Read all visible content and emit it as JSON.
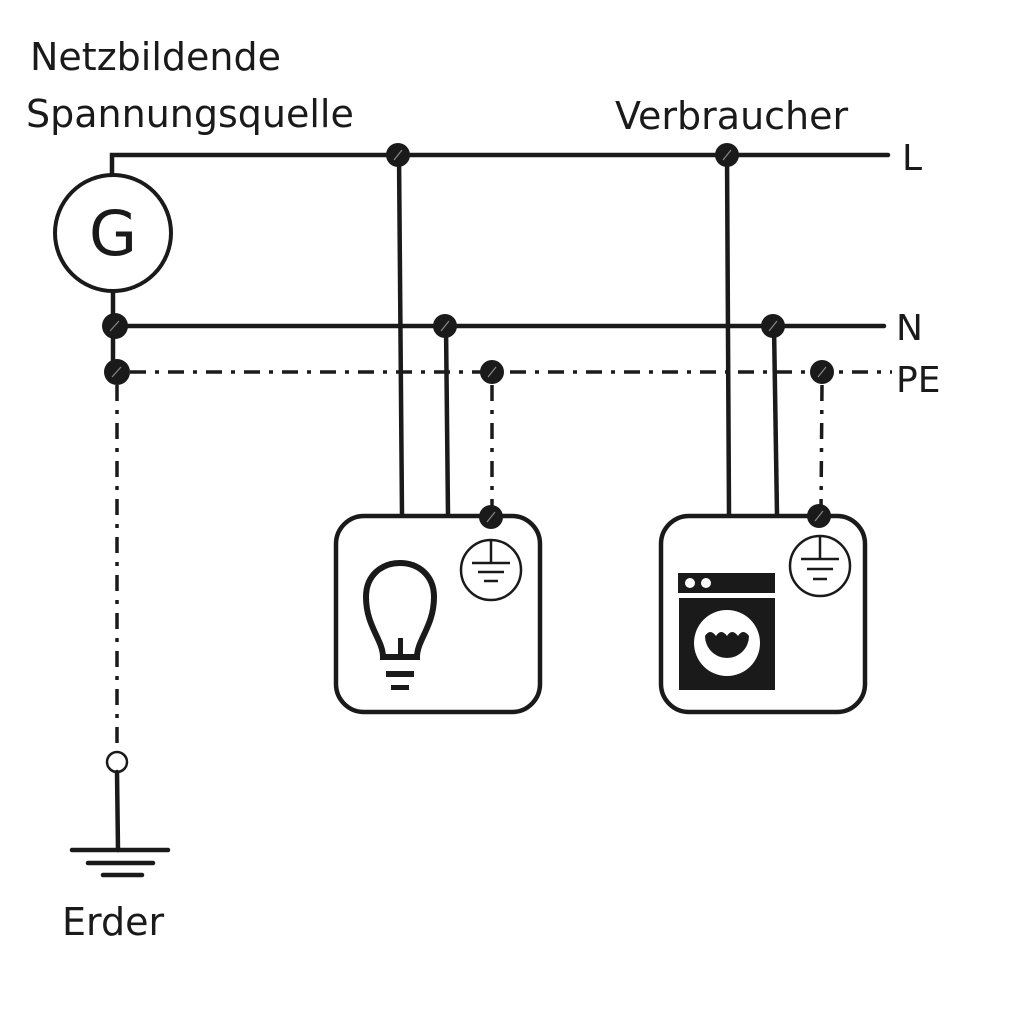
{
  "labels": {
    "source_line1": "Netzbildende",
    "source_line2": "Spannungsquelle",
    "consumers": "Verbraucher",
    "line_L": "L",
    "line_N": "N",
    "line_PE": "PE",
    "earth": "Erder",
    "generator": "G"
  },
  "consumers": [
    {
      "name": "lamp",
      "icon": "light-bulb-icon",
      "protective_earth": true
    },
    {
      "name": "washing-machine",
      "icon": "washing-machine-icon",
      "protective_earth": true
    }
  ],
  "conductors": [
    {
      "id": "L",
      "style": "solid"
    },
    {
      "id": "N",
      "style": "solid"
    },
    {
      "id": "PE",
      "style": "dash-dot"
    }
  ],
  "colors": {
    "ink": "#1a1a1a",
    "background": "#ffffff"
  }
}
